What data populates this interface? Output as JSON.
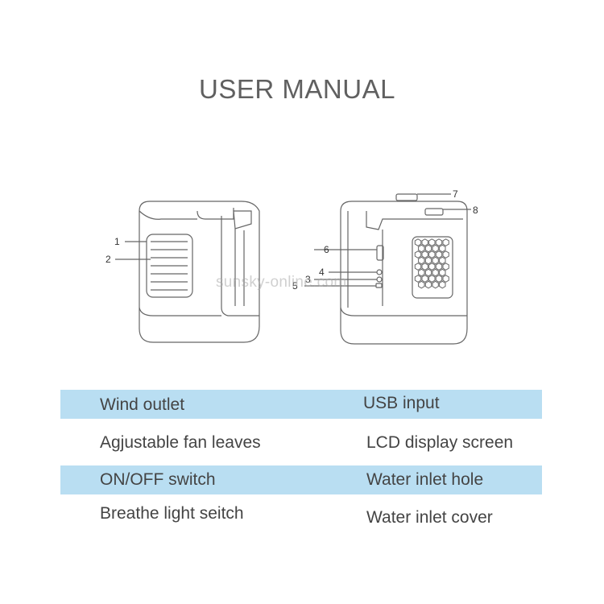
{
  "title": "USER MANUAL",
  "watermark": "sunsky-online.com",
  "callouts": [
    "1",
    "2",
    "3",
    "4",
    "5",
    "6",
    "7",
    "8"
  ],
  "legend": {
    "rows": [
      {
        "left": "Wind outlet",
        "right": "USB input",
        "shaded": true
      },
      {
        "left": "Agjustable fan leaves",
        "right": "LCD display screen",
        "shaded": false
      },
      {
        "left": "ON/OFF switch",
        "right": "Water inlet hole",
        "shaded": true
      },
      {
        "left": "Breathe light seitch",
        "right": "Water inlet cover",
        "shaded": false
      }
    ]
  },
  "colors": {
    "row_shade": "#b9def2",
    "text": "#444444",
    "title": "#606060",
    "line_art": "#666666"
  }
}
